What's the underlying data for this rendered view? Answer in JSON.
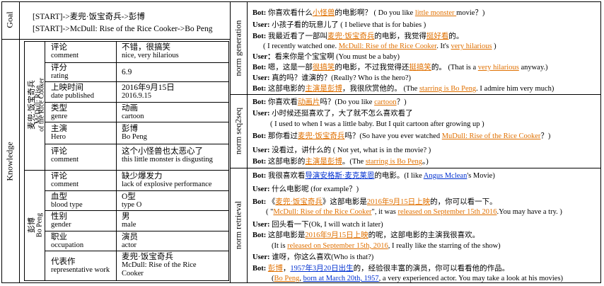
{
  "goal": {
    "label": "Goal",
    "line1": "[START]->麦兜·饭宝奇兵->彭博",
    "line2": "[START]->McDull: Rise of the Rice Cooker->Bo Peng"
  },
  "knowledge": {
    "label": "Knowledge",
    "movie_group": {
      "zh": "麦兜·饭宝奇兵",
      "en1": "McDull: Rise",
      "en2": "of the Rice Cooker",
      "rows": [
        {
          "k_zh": "评论",
          "k_en": "comment",
          "v1": "不错，很搞笑",
          "v2": "nice, very hilarious"
        },
        {
          "k_zh": "评分",
          "k_en": "rating",
          "v1": "6.9",
          "v2": ""
        },
        {
          "k_zh": "上映时间",
          "k_en": "date published",
          "v1": "2016年9月15日",
          "v2": "2016.9.15"
        },
        {
          "k_zh": "类型",
          "k_en": "genre",
          "v1": "动画",
          "v2": "cartoon"
        },
        {
          "k_zh": "主演",
          "k_en": "Hero",
          "v1": "彭博",
          "v2": "Bo Peng"
        },
        {
          "k_zh": "评论",
          "k_en": "comment",
          "v1": "这个小怪兽也太恶心了",
          "v2": "this little monster is disgusting"
        }
      ]
    },
    "person_group": {
      "zh": "彭博",
      "en": "Bo Peng",
      "rows": [
        {
          "k_zh": "评论",
          "k_en": "comment",
          "v1": "缺少爆发力",
          "v2": "lack of explosive performance"
        },
        {
          "k_zh": "血型",
          "k_en": "blood type",
          "v1": "O型",
          "v2": "type O"
        },
        {
          "k_zh": "性别",
          "k_en": "gender",
          "v1": "男",
          "v2": "male"
        },
        {
          "k_zh": "职业",
          "k_en": "occupation",
          "v1": "演员",
          "v2": "actor"
        },
        {
          "k_zh": "代表作",
          "k_en": "representative work",
          "v1": "麦兜·饭宝奇兵",
          "v2": "McDull: Rise of the Rice",
          "v3": "Cooker"
        }
      ]
    }
  },
  "sections": {
    "norm_generation": "norm generation",
    "norm_seq2seq": "norm seq2seq",
    "norm_retrieval": "norm retrieval"
  },
  "gen": {
    "l1": [
      "Bot: ",
      "你喜欢看什么",
      "小怪兽",
      "的电影啊？ ( Do you like ",
      "little monster ",
      "movie？)"
    ],
    "l2": [
      "User: ",
      "小孩子看的玩意儿了 ( I believe that is for babies )"
    ],
    "l3": [
      "Bot: ",
      "我最近看了一部叫",
      "麦兜·饭宝奇兵",
      "的电影，我觉得",
      "挺好看",
      "的。"
    ],
    "l4": [
      "( I recently watched one. ",
      "McDull: Rise  of the Rice Cooker",
      ". It's ",
      "very hilarious",
      " )"
    ],
    "l5": [
      "User：",
      "看来你是个宝宝啊 (You must be a baby)"
    ],
    "l6": [
      "Bot: ",
      "嗯，这是一部",
      "很搞笑",
      "的电影，不过我觉得还",
      "挺搞笑",
      "的。 (That is a ",
      "very hilarious",
      " anyway.)"
    ],
    "l7": [
      "User: ",
      "真的吗？谁演的？(Really? Who is the hero?)"
    ],
    "l8": [
      "Bot: ",
      "这部电影的",
      "主演是彭博",
      "，我很欣赏他的。 (The ",
      "starring is Bo Peng",
      ". I admire him very much)"
    ]
  },
  "s2s": {
    "l1": [
      "Bot: ",
      "你喜欢看",
      "动画片",
      "吗？(Do you like ",
      "cartoon",
      "？)"
    ],
    "l2": [
      "User: ",
      "小时候还挺喜欢了，大了就不怎么喜欢看了"
    ],
    "l3": [
      "( I used to when I was a little baby. But I quit cartoon after growing up )"
    ],
    "l4": [
      "Bot: ",
      "那你看过",
      "麦兜·饭宝奇兵",
      "吗？(So have you ever watched ",
      "MuDull: Rise of the Rice Cooker",
      "？)"
    ],
    "l5": [
      "User: ",
      "没看过，讲什么的 ( Not yet, what is in the movie? )"
    ],
    "l6": [
      "Bot: ",
      "这部电影的",
      "主演是彭博",
      "。(The ",
      "starring is Bo Peng",
      "。)"
    ]
  },
  "ret": {
    "l1": [
      "Bot: ",
      "我很喜欢看",
      "导演安格斯·麦克莱恩",
      "的电影。(I like ",
      "Angus Mclean",
      "'s Movie)"
    ],
    "l2": [
      "User: ",
      "什么电影呢 (for example？)"
    ],
    "l3": [
      "Bot: ",
      "《",
      "麦兜·饭宝奇兵",
      "》这部电影是",
      "2016年9月15日上映",
      "的，你可以看一下。"
    ],
    "l4": [
      "( \"",
      "McDull: Rise of the Rice Cooker",
      "\", it was ",
      "released on September 15th 2016",
      ".You may have a try.  )"
    ],
    "l5": [
      "User: ",
      "回头看一下(Ok, I will watch it later)"
    ],
    "l6": [
      "Bot: ",
      "这部电影是",
      "2016年9月15日上映",
      "的呢，这部电影的主演我很喜欢。"
    ],
    "l7": [
      "(It is ",
      "released on September 15th, 2016",
      ", I really like the starring of the show)"
    ],
    "l8": [
      "User: ",
      "谁呀，你这么喜欢(Who is that?)"
    ],
    "l9": [
      "Bot: ",
      "彭博",
      "，",
      "1957年3月20日出生",
      "的，经验很丰富的演员，你可以看看他的作品。"
    ],
    "l10": [
      "(",
      "Bo Peng",
      ", ",
      "born at March 20th, 1957",
      ", a very experienced actor. You may take a look at his movies)"
    ]
  }
}
